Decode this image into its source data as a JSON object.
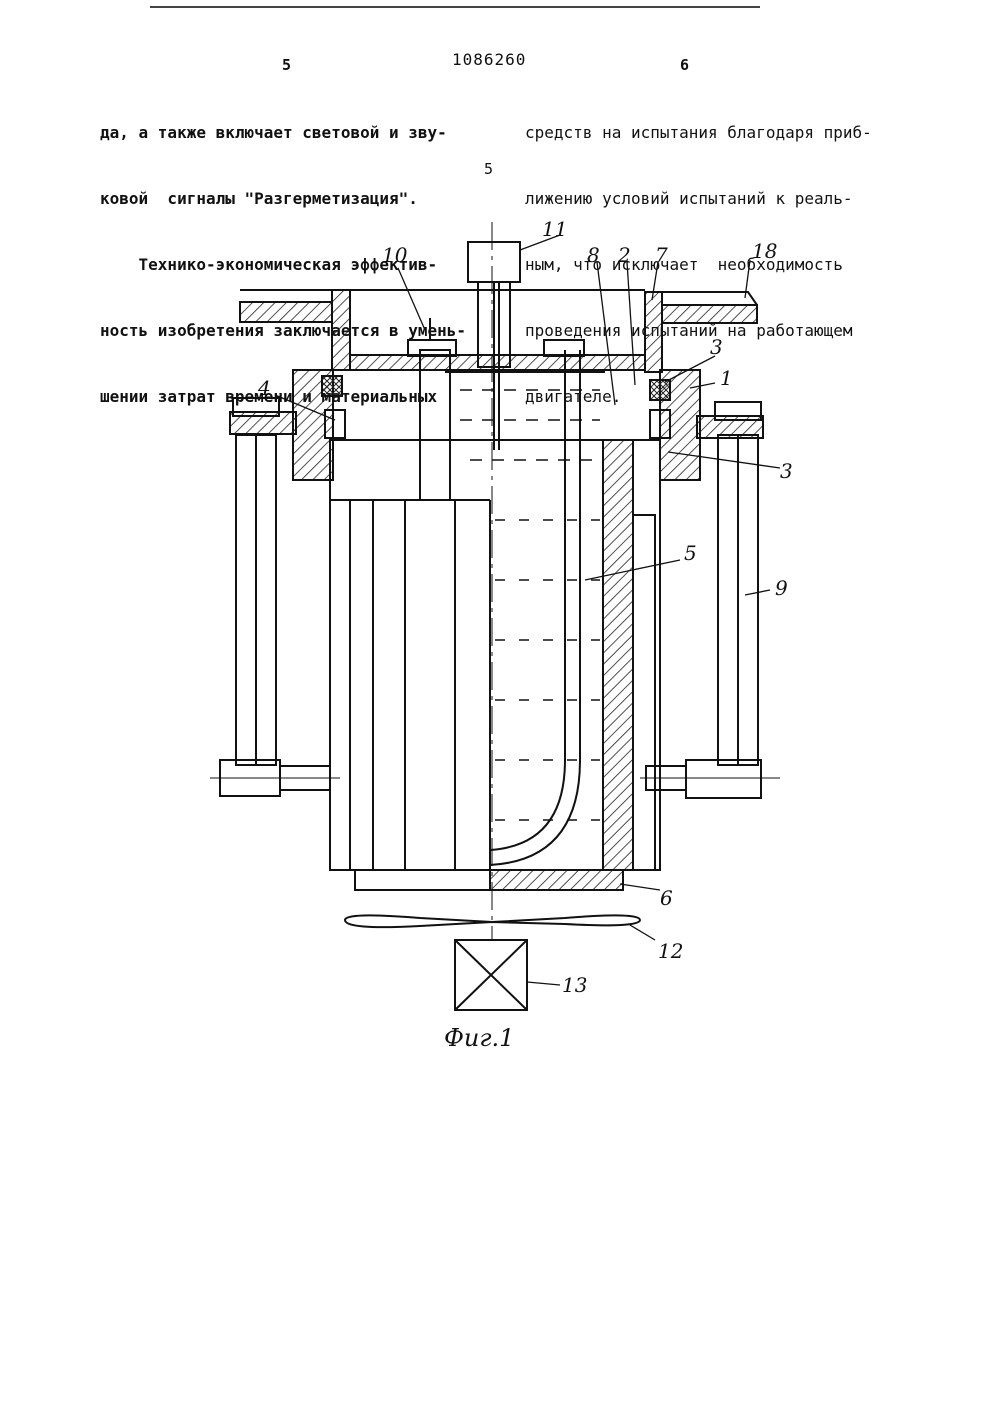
{
  "header": {
    "page_left": "5",
    "patent_number": "1086260",
    "page_right": "6"
  },
  "text": {
    "left_column": [
      "да, а также включает световой и зву-",
      "ковой  сигналы \"Разгерметизация\".",
      "    Технико-экономическая эффектив-",
      "ность изобретения заключается в умень-",
      "шении затрат времени и материальных"
    ],
    "right_column": [
      "средств на испытания благодаря приб-",
      "лижению условий испытаний к реаль-",
      "ным, что исключает  необходимость",
      "проведения испытаний на работающем",
      "двигателе."
    ],
    "line_number": "5"
  },
  "figure": {
    "caption": "Фиг.1",
    "labels": {
      "l1": "1",
      "l2": "2",
      "l3a": "3",
      "l3b": "3",
      "l4": "4",
      "l5": "5",
      "l6": "6",
      "l7": "7",
      "l8": "8",
      "l9": "9",
      "l10": "10",
      "l11": "11",
      "l12": "12",
      "l13": "13",
      "l18": "18"
    }
  }
}
